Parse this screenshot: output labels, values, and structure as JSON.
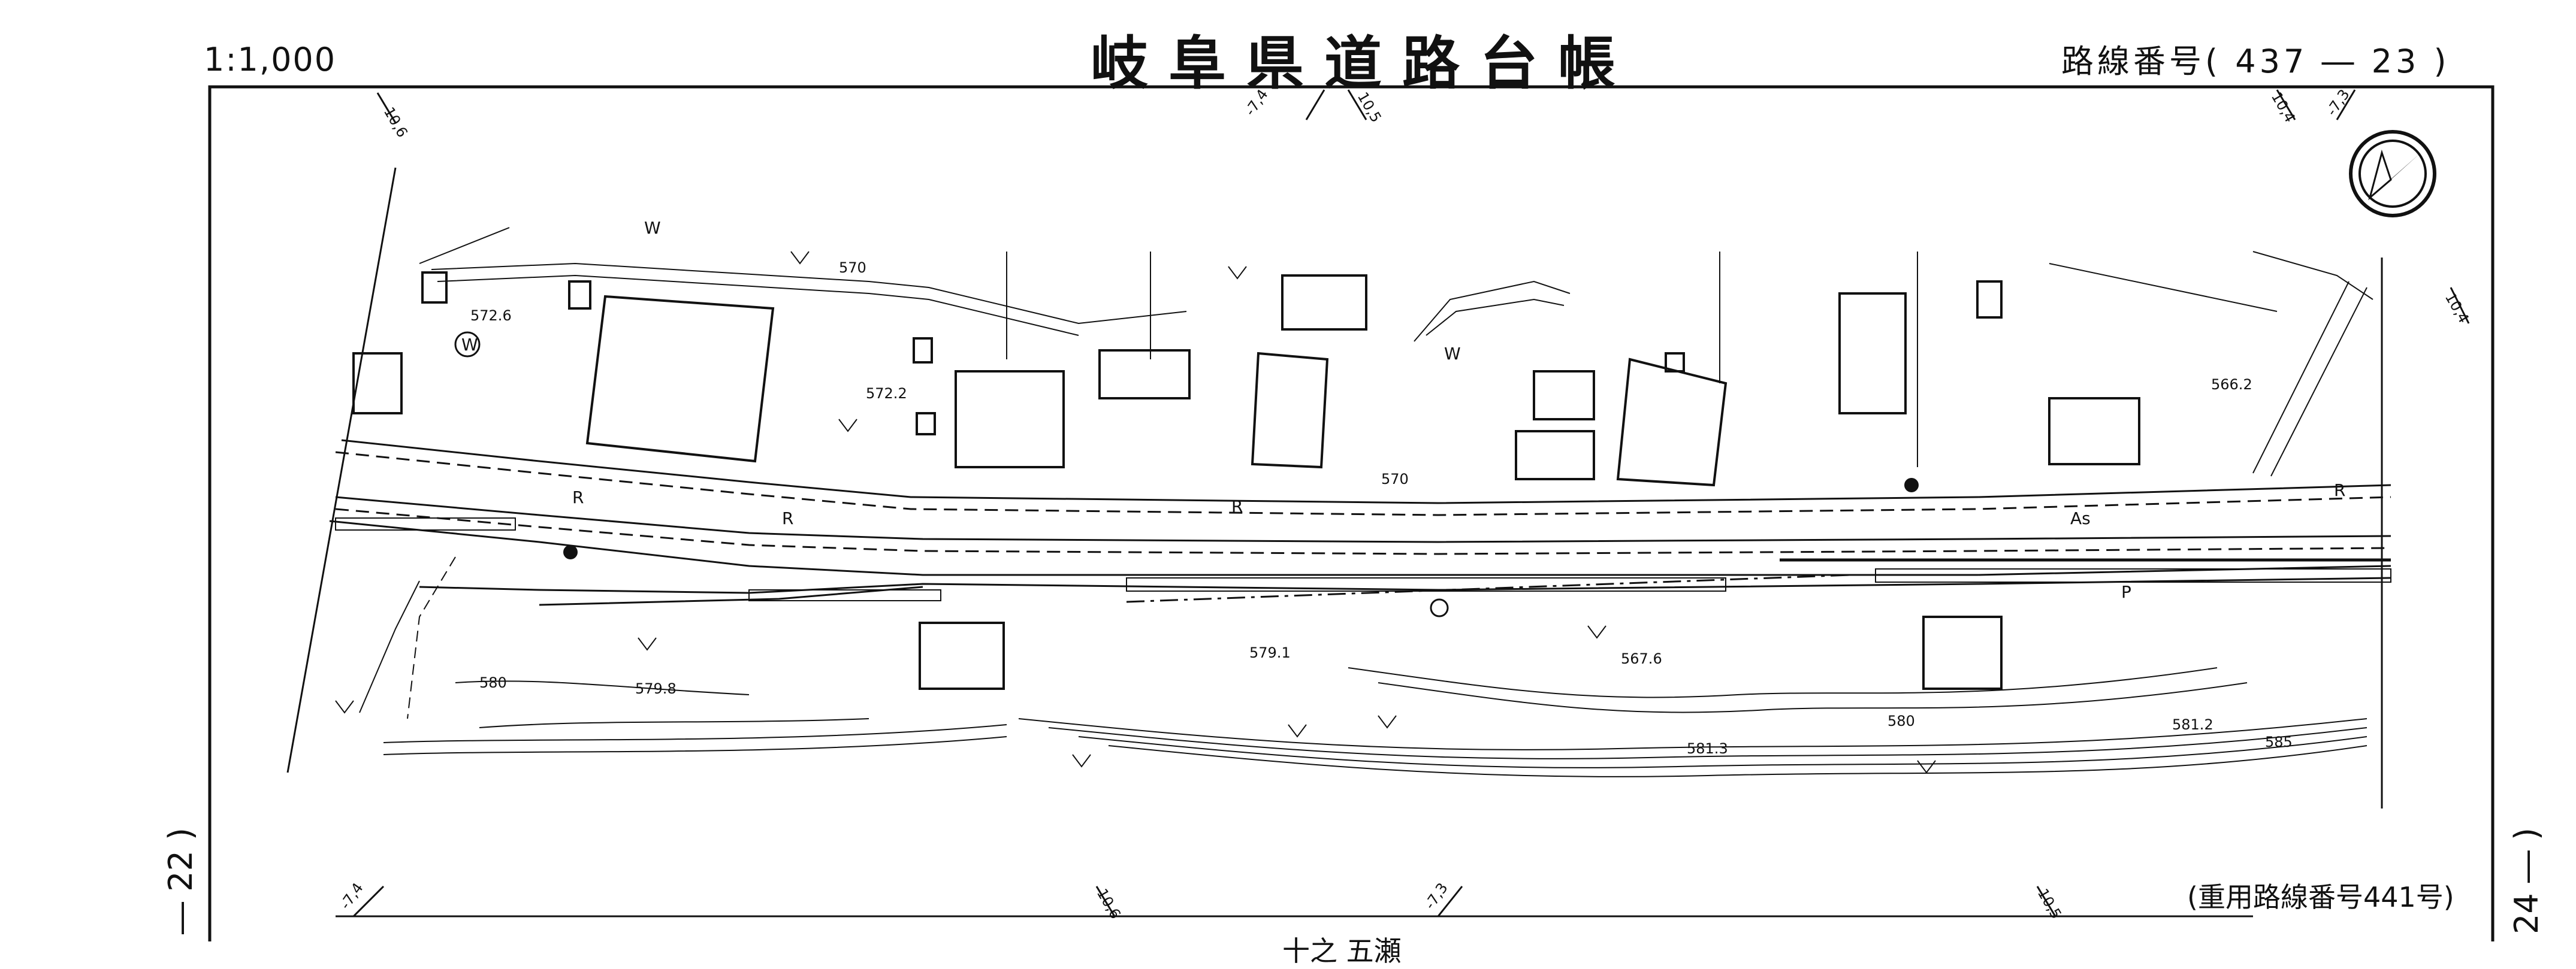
{
  "header": {
    "scale": "1:1,000",
    "title": "岐阜県道路台帳",
    "route_number": "路線番号( 437 ― 23 )"
  },
  "side_labels": {
    "left_page": "― 22 )",
    "right_page": "24 ― )"
  },
  "footer": {
    "overlap_route": "(重用路線番号441号)",
    "district_partial": "十之 五瀬"
  },
  "grid_labels": [
    "10,6",
    "-7,4",
    "10,5",
    "10,4",
    "-7,3",
    "10,4",
    "-7,4",
    "10,6",
    "-7,3",
    "10,5"
  ],
  "elevation_labels": [
    "572.6",
    "572.2",
    "570",
    "570",
    "566.2",
    "579.8",
    "580",
    "579.1",
    "567.6",
    "580",
    "581.3",
    "581.2",
    "585"
  ],
  "road_symbols": [
    "R",
    "R",
    "R",
    "R",
    "As",
    "P",
    "W",
    "W",
    "W"
  ],
  "icons": {
    "north_arrow": "north-arrow-icon"
  }
}
